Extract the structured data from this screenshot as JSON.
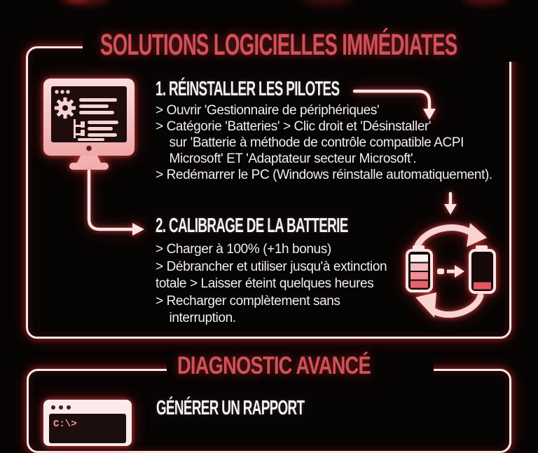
{
  "colors": {
    "background": "#070404",
    "accent_red": "#d0515a",
    "neon_line": "#fde7e7",
    "text_white": "#f3efef",
    "icon_pink": "#f6caca",
    "battery_low_red": "#e7565f"
  },
  "header1": {
    "title": "SOLUTIONS LOGICIELLES IMMÉDIATES"
  },
  "box1": {
    "section1": {
      "heading": "1. RÉINSTALLER LES PILOTES",
      "lines": [
        "> Ouvrir 'Gestionnaire de périphériques'",
        "> Catégorie 'Batteries' > Clic droit et 'Désinstaller'",
        "    sur 'Batterie à méthode de contrôle compatible ACPI",
        "    Microsoft' ET 'Adaptateur secteur Microsoft'.",
        "> Redémarrer le PC (Windows réinstalle automatiquement)."
      ]
    },
    "section2": {
      "heading": "2. CALIBRAGE DE LA BATTERIE",
      "lines": [
        "> Charger à 100% (+1h bonus)",
        "> Débrancher et utiliser jusqu'à extinction",
        "totale > Laisser éteint quelques heures",
        "> Recharger complètement sans",
        "    interruption."
      ]
    }
  },
  "header2": {
    "title": "DIAGNOSTIC AVANCÉ"
  },
  "box2": {
    "section3": {
      "heading": "GÉNÉRER UN RAPPORT"
    },
    "terminal_prompt": "C:\\>"
  },
  "icons": {
    "monitor": "device-manager-monitor-icon",
    "battery_cycle": "battery-calibration-cycle-icon",
    "terminal": "terminal-window-icon"
  }
}
